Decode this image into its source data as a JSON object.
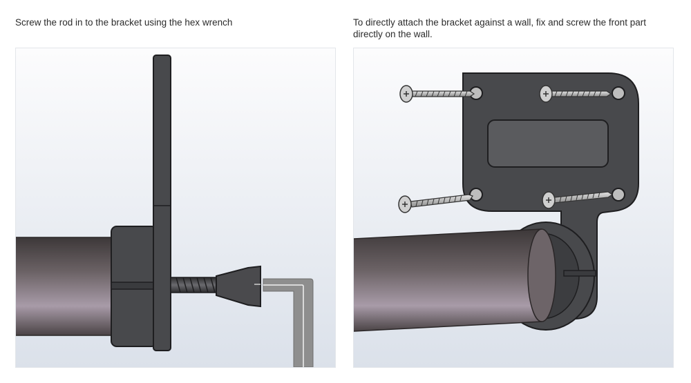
{
  "steps": [
    {
      "caption": "Screw the rod in to the bracket using the hex wrench"
    },
    {
      "caption": "To directly attach the bracket against a wall, fix and screw the front part directly on the wall."
    }
  ],
  "colors": {
    "background_top": "#fbfbfc",
    "background_bottom": "#dde3ec",
    "bracket": "#48494c",
    "bracket_outline": "#1e1e20",
    "rod_light": "#a79aa6",
    "rod_dark": "#3a3536",
    "wrench": "#8e8e8e",
    "screw": "#bdbdbd"
  },
  "icons": [
    "rod",
    "bracket",
    "screw",
    "hex-wrench",
    "wall-screw"
  ]
}
